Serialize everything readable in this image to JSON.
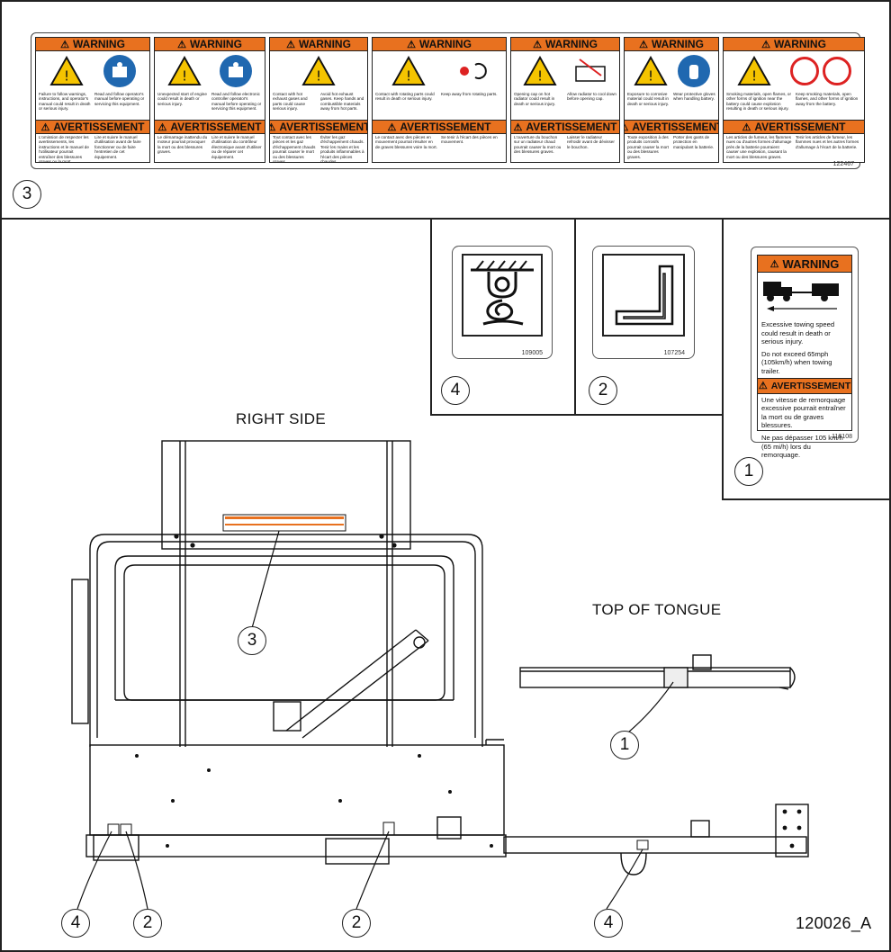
{
  "figure_id": "120026_A",
  "labels": {
    "right_side": "RIGHT SIDE",
    "top_of_tongue": "TOP OF TONGUE"
  },
  "callouts": {
    "decal_strip": "3",
    "decal_4": "4",
    "decal_2": "2",
    "decal_1": "1",
    "right_side_3": "3",
    "tongue_1": "1",
    "bottom_4a": "4",
    "bottom_2a": "2",
    "bottom_2b": "2",
    "bottom_4b": "4"
  },
  "decal_strip": {
    "part_no": "122467",
    "warning_word": "WARNING",
    "avertissement_word": "AVERTISSEMENT",
    "panels": [
      {
        "en_left": "Failure to follow warnings, instructions, and operator's manual could result in death or serious injury.",
        "en_right": "Read and follow operator's manual before operating or servicing this equipment.",
        "fr_left": "L'omission de respecter les avertissements, les instructions et le manuel de l'utilisateur pourrait entraîner des blessures graves ou la mort.",
        "fr_right": "Lire et suivre le manuel d'utilisation avant de faire fonctionner ou de faire l'entretien de cet équipement."
      },
      {
        "en_left": "Unexpected start of engine could result in death or serious injury.",
        "en_right": "Read and follow electronic controller operator's manual before operating or servicing this equipment.",
        "fr_left": "Le démarrage inattendu du moteur pourrait provoquer la mort ou des blessures graves.",
        "fr_right": "Lire et suivre le manuel d'utilisation du contrôleur électronique avant d'utiliser ou de réparer cet équipement."
      },
      {
        "en_left": "Contact with hot exhaust gases and parts could cause serious injury.",
        "en_right": "Avoid hot exhaust gases. Keep hands and combustible materials away from hot parts.",
        "fr_left": "Tout contact avec les pièces et les gaz d'échappement chauds pourrait causer le mort ou des blessures graves.",
        "fr_right": "Éviter les gaz d'échappement chauds. Tenir les mains et les produits inflammables à l'écart des pièces chaudes."
      },
      {
        "en_left": "Contact with rotating parts could result in death or serious injury.",
        "en_right": "Keep away from rotating parts.",
        "fr_left": "Le contact avec des pièces en mouvement pourrait résulter en de graves blessures voire la mort.",
        "fr_right": "Se tenir à l'écart des pièces en mouvement."
      },
      {
        "en_left": "Opening cap on hot radiator could result in death or serious injury.",
        "en_right": "Allow radiator to cool down before opening cap.",
        "fr_left": "L'ouverture du bouchon sur un radiateur chaud pourrait causer la mort ou des blessures graves.",
        "fr_right": "Laisser le radiateur refroidir avant de dévisser le bouchon."
      },
      {
        "en_left": "Exposure to corrosive material could result in death or serious injury.",
        "en_right": "Wear protective gloves when handling battery.",
        "fr_left": "Toute exposition à des produits corrosifs pourrait causer la mort ou des blessures graves.",
        "fr_right": "Porter des gants de protection en manipulant la batterie."
      },
      {
        "en_left": "Smoking materials, open flames, or other forms of ignition near the battery could cause explosion resulting in death or serious injury.",
        "en_right": "Keep smoking materials, open flames, and other forms of ignition away from the battery.",
        "fr_left": "Les articles de fumeur, les flammes nues ou d'autres formes d'allumage près de la batterie pourraient causer une explosion, causant la mort ou des blessures graves.",
        "fr_right": "Tenir les articles de fumeur, les flammes nues et les autres formes d'allumage à l'écart de la batterie."
      }
    ]
  },
  "decal_4": {
    "part_no": "109005"
  },
  "decal_2": {
    "part_no": "107254"
  },
  "decal_1": {
    "part_no": "118108",
    "warning_word": "WARNING",
    "en_1": "Excessive towing speed could result in death or serious injury.",
    "en_2": "Do not exceed 65mph (105km/h) when towing trailer.",
    "avertissement_word": "AVERTISSEMENT",
    "fr_1": "Une vitesse de remorquage excessive pourrait entraîner la mort ou de graves blessures.",
    "fr_2": "Ne pas dépasser 105 km/h (65 mi/h) lors du remorquage."
  },
  "colors": {
    "warning_orange": "#e8711f",
    "hazard_yellow": "#f5c400",
    "mandatory_blue": "#2068b0",
    "prohibit_red": "#d22222"
  }
}
